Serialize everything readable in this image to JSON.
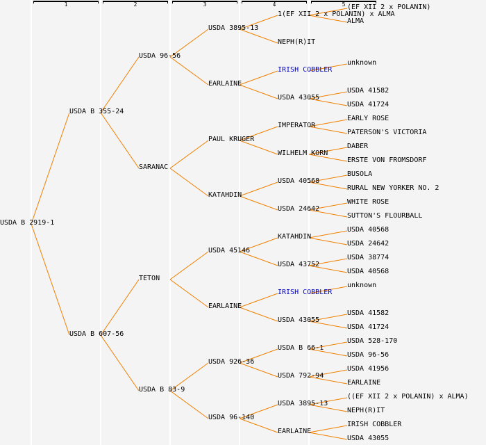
{
  "title": "Pedigree of USDA B 2919-1",
  "generation_headers": [
    "1",
    "2",
    "3",
    "4",
    "5"
  ],
  "colors": {
    "background": "#f4f4f4",
    "separator": "#ffffff",
    "line": "#f08000",
    "text": "#000000",
    "linked_text": "#0000cc"
  },
  "pedigree": {
    "name": "USDA B 2919-1",
    "parents": [
      {
        "name": "USDA B 355-24",
        "parents": [
          {
            "name": "USDA 96-56",
            "parents": [
              {
                "name": "USDA 3895-13",
                "parents": [
                  {
                    "name": "1(EF XII 2 x POLANIN) x ALMA",
                    "parents": [
                      {
                        "name": "(EF XII 2 x POLANIN)"
                      },
                      {
                        "name": "ALMA"
                      }
                    ]
                  },
                  {
                    "name": "NEPH(R)IT",
                    "parents": []
                  }
                ]
              },
              {
                "name": "EARLAINE",
                "parents": [
                  {
                    "name": "IRISH COBBLER",
                    "linked": true,
                    "parents": [
                      {
                        "name": "unknown"
                      }
                    ]
                  },
                  {
                    "name": "USDA 43055",
                    "parents": [
                      {
                        "name": "USDA 41582"
                      },
                      {
                        "name": "USDA 41724"
                      }
                    ]
                  }
                ]
              }
            ]
          },
          {
            "name": "SARANAC",
            "parents": [
              {
                "name": "PAUL KRUGER",
                "parents": [
                  {
                    "name": "IMPERATOR",
                    "parents": [
                      {
                        "name": "EARLY ROSE"
                      },
                      {
                        "name": "PATERSON'S VICTORIA"
                      }
                    ]
                  },
                  {
                    "name": "WILHELM KORN",
                    "parents": [
                      {
                        "name": "DABER"
                      },
                      {
                        "name": "ERSTE VON FROMSDORF"
                      }
                    ]
                  }
                ]
              },
              {
                "name": "KATAHDIN",
                "parents": [
                  {
                    "name": "USDA 40568",
                    "parents": [
                      {
                        "name": "BUSOLA"
                      },
                      {
                        "name": "RURAL NEW YORKER NO. 2"
                      }
                    ]
                  },
                  {
                    "name": "USDA 24642",
                    "parents": [
                      {
                        "name": "WHITE ROSE"
                      },
                      {
                        "name": "SUTTON'S FLOURBALL"
                      }
                    ]
                  }
                ]
              }
            ]
          }
        ]
      },
      {
        "name": "USDA B 607-56",
        "parents": [
          {
            "name": "TETON",
            "parents": [
              {
                "name": "USDA 45146",
                "parents": [
                  {
                    "name": "KATAHDIN",
                    "parents": [
                      {
                        "name": "USDA 40568"
                      },
                      {
                        "name": "USDA 24642"
                      }
                    ]
                  },
                  {
                    "name": "USDA 43752",
                    "parents": [
                      {
                        "name": "USDA 38774"
                      },
                      {
                        "name": "USDA 40568"
                      }
                    ]
                  }
                ]
              },
              {
                "name": "EARLAINE",
                "parents": [
                  {
                    "name": "IRISH COBBLER",
                    "linked": true,
                    "parents": [
                      {
                        "name": "unknown"
                      }
                    ]
                  },
                  {
                    "name": "USDA 43055",
                    "parents": [
                      {
                        "name": "USDA 41582"
                      },
                      {
                        "name": "USDA 41724"
                      }
                    ]
                  }
                ]
              }
            ]
          },
          {
            "name": "USDA B 83-9",
            "parents": [
              {
                "name": "USDA 926-36",
                "parents": [
                  {
                    "name": "USDA B 66-1",
                    "parents": [
                      {
                        "name": "USDA 528-170"
                      },
                      {
                        "name": "USDA 96-56"
                      }
                    ]
                  },
                  {
                    "name": "USDA 792-94",
                    "parents": [
                      {
                        "name": "USDA 41956"
                      },
                      {
                        "name": "EARLAINE"
                      }
                    ]
                  }
                ]
              },
              {
                "name": "USDA 96-140",
                "parents": [
                  {
                    "name": "USDA 3895-13",
                    "parents": [
                      {
                        "name": "((EF XII 2 x POLANIN) x ALMA)"
                      },
                      {
                        "name": "NEPH(R)IT"
                      }
                    ]
                  },
                  {
                    "name": "EARLAINE",
                    "parents": [
                      {
                        "name": "IRISH COBBLER"
                      },
                      {
                        "name": "USDA 43055"
                      }
                    ]
                  }
                ]
              }
            ]
          }
        ]
      }
    ]
  }
}
